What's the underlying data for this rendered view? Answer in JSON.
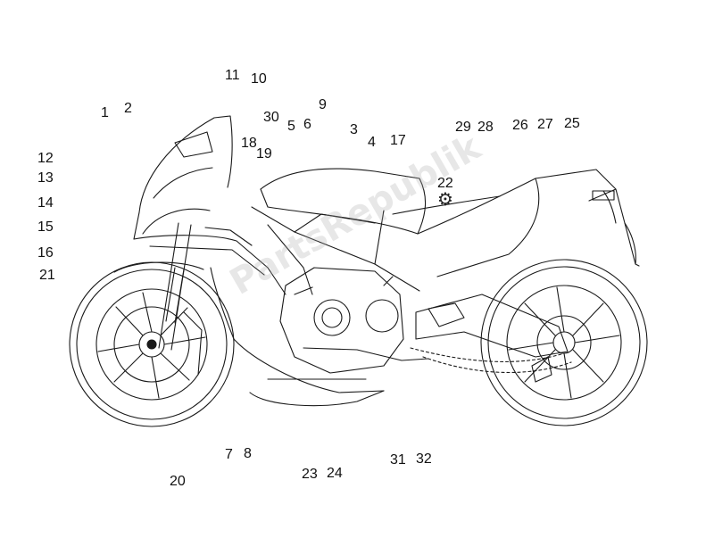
{
  "diagram": {
    "watermark": "PartsRepublik",
    "callouts": [
      "1",
      "2",
      "3",
      "4",
      "5",
      "6",
      "7",
      "8",
      "9",
      "10",
      "11",
      "12",
      "13",
      "14",
      "15",
      "16",
      "17",
      "18",
      "19",
      "20",
      "21",
      "22",
      "23",
      "24",
      "25",
      "26",
      "27",
      "28",
      "29",
      "30",
      "31",
      "32"
    ]
  },
  "colors": {
    "line": "#1a1a1a",
    "label": "#111111",
    "watermark": "#aaaaaa"
  }
}
